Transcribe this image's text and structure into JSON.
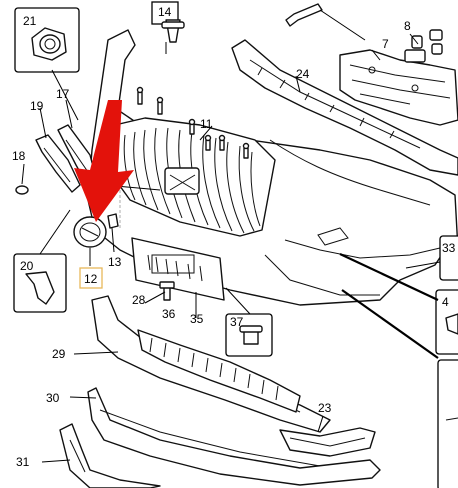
{
  "colors": {
    "arrow": "#e3120b",
    "highlight_box": "#e8b85a",
    "line": "#111111",
    "background": "#ffffff"
  },
  "icons": {
    "pointer_arrow": "red-arrow-icon"
  },
  "callouts": {
    "c4": "4",
    "c7": "7",
    "c8": "8",
    "c11": "11",
    "c12": "12",
    "c13": "13",
    "c14": "14",
    "c17": "17",
    "c18": "18",
    "c19": "19",
    "c20": "20",
    "c21": "21",
    "c23": "23",
    "c24": "24",
    "c28": "28",
    "c29": "29",
    "c30": "30",
    "c31": "31",
    "c33": "33",
    "c35": "35",
    "c36": "36",
    "c37": "37"
  }
}
